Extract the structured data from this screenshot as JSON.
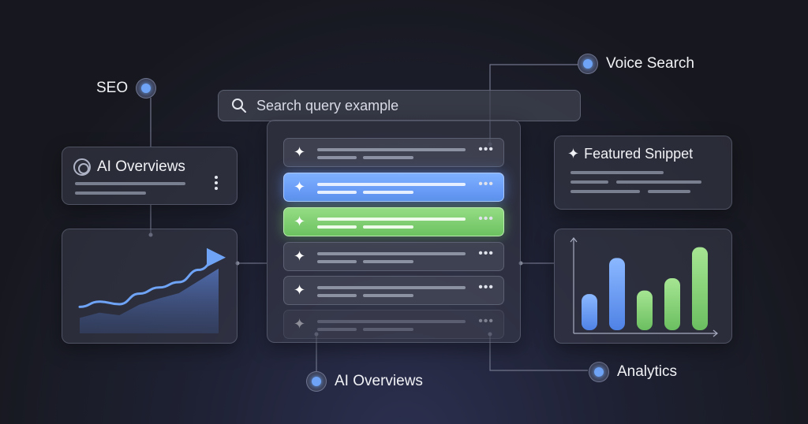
{
  "search": {
    "placeholder": "Search query example",
    "icon": "search-icon"
  },
  "labels": {
    "seo": "SEO",
    "voice_search": "Voice Search",
    "ai_overviews_bottom": "AI Overviews",
    "analytics": "Analytics"
  },
  "cards": {
    "ai_overviews": {
      "title": "AI Overviews",
      "icon": "ai-logo-icon"
    },
    "featured_snippet": {
      "title": "Featured Snippet",
      "icon": "sparkle-icon"
    }
  },
  "results": [
    {
      "state": "default",
      "icon": "sparkle-icon",
      "more": "•••"
    },
    {
      "state": "highlight-blue",
      "icon": "sparkle-icon",
      "more": "•••"
    },
    {
      "state": "highlight-green",
      "icon": "sparkle-icon",
      "more": "•••"
    },
    {
      "state": "default",
      "icon": "sparkle-icon",
      "more": "•••"
    },
    {
      "state": "default",
      "icon": "sparkle-icon",
      "more": "•••"
    },
    {
      "state": "faded",
      "icon": "sparkle-icon",
      "more": "•••"
    }
  ],
  "trend_chart": {
    "type": "line",
    "values": [
      30,
      36,
      33,
      45,
      52,
      58,
      72,
      86
    ]
  },
  "bar_chart": {
    "type": "bar",
    "values": [
      50,
      100,
      55,
      72,
      115
    ],
    "colors": [
      "#6ea3f5",
      "#6ea3f5",
      "#8fd37e",
      "#8fd37e",
      "#8fd37e"
    ]
  },
  "colors": {
    "accent_blue": "#6ea3f5",
    "accent_green": "#8fd37e",
    "background": "#17181f"
  }
}
